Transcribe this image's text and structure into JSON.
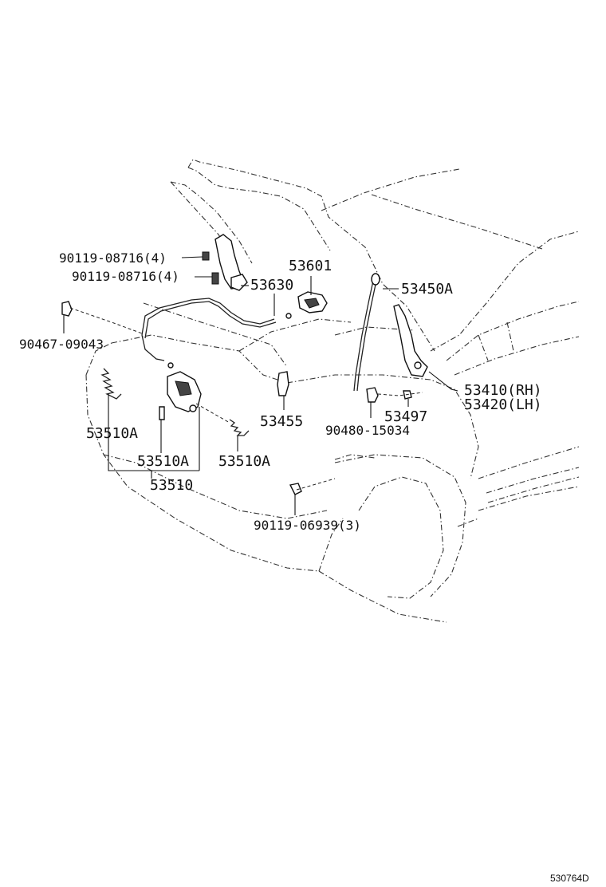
{
  "callouts": {
    "bolt_a": "90119-08716(4)",
    "bolt_b": "90119-08716(4)",
    "clip_left": "90467-09043",
    "control_cable": "53630",
    "lever": "53601",
    "support_rod": "53450A",
    "hinge_rh": "53410(RH)",
    "hinge_lh": "53420(LH)",
    "cushion": "53497",
    "rod_holder": "53455",
    "grommet": "90480-15034",
    "latch_left": "53510A",
    "latch_center": "53510A",
    "latch_right": "53510A",
    "latch_assy": "53510",
    "bolt_bottom": "90119-06939(3)"
  },
  "figure_id": "530764D"
}
